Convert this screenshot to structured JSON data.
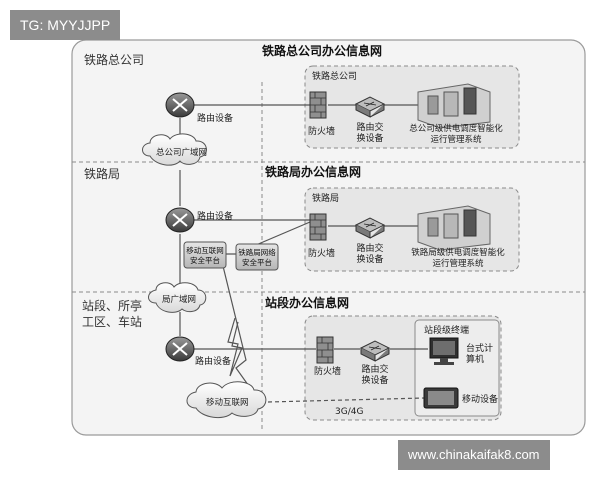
{
  "watermarks": {
    "top_left": "TG: MYYJJPP",
    "bottom_right": "www.chinakaifak8.com"
  },
  "levels": {
    "hq": {
      "side_label": "铁路总公司",
      "network_title": "铁路总公司办公信息网",
      "box_label": "铁路总公司",
      "router": "路由设备",
      "cloud": "总公司广域网",
      "firewall": "防火墙",
      "switch_line1": "路由交",
      "switch_line2": "换设备",
      "system_line1": "总公司级供电调度智能化",
      "system_line2": "运行管理系统"
    },
    "bureau": {
      "side_label": "铁路局",
      "network_title": "铁路局办公信息网",
      "box_label": "铁路局",
      "router": "路由设备",
      "platform_mobile_line1": "移动互联网",
      "platform_mobile_line2": "安全平台",
      "platform_net_line1": "铁路局网络",
      "platform_net_line2": "安全平台",
      "firewall": "防火墙",
      "switch_line1": "路由交",
      "switch_line2": "换设备",
      "system_line1": "铁路局级供电调度智能化",
      "system_line2": "运行管理系统"
    },
    "station": {
      "side_label_line1": "站段、所亭",
      "side_label_line2": "工区、车站",
      "network_title": "站段办公信息网",
      "cloud_top": "局广域网",
      "router": "路由设备",
      "cloud_mobile": "移动互联网",
      "firewall": "防火墙",
      "switch_line1": "路由交",
      "switch_line2": "换设备",
      "terminal_box": "站段级终端",
      "desktop_line1": "台式计",
      "desktop_line2": "算机",
      "mobile_device": "移动设备",
      "wireless": "3G/4G"
    }
  }
}
